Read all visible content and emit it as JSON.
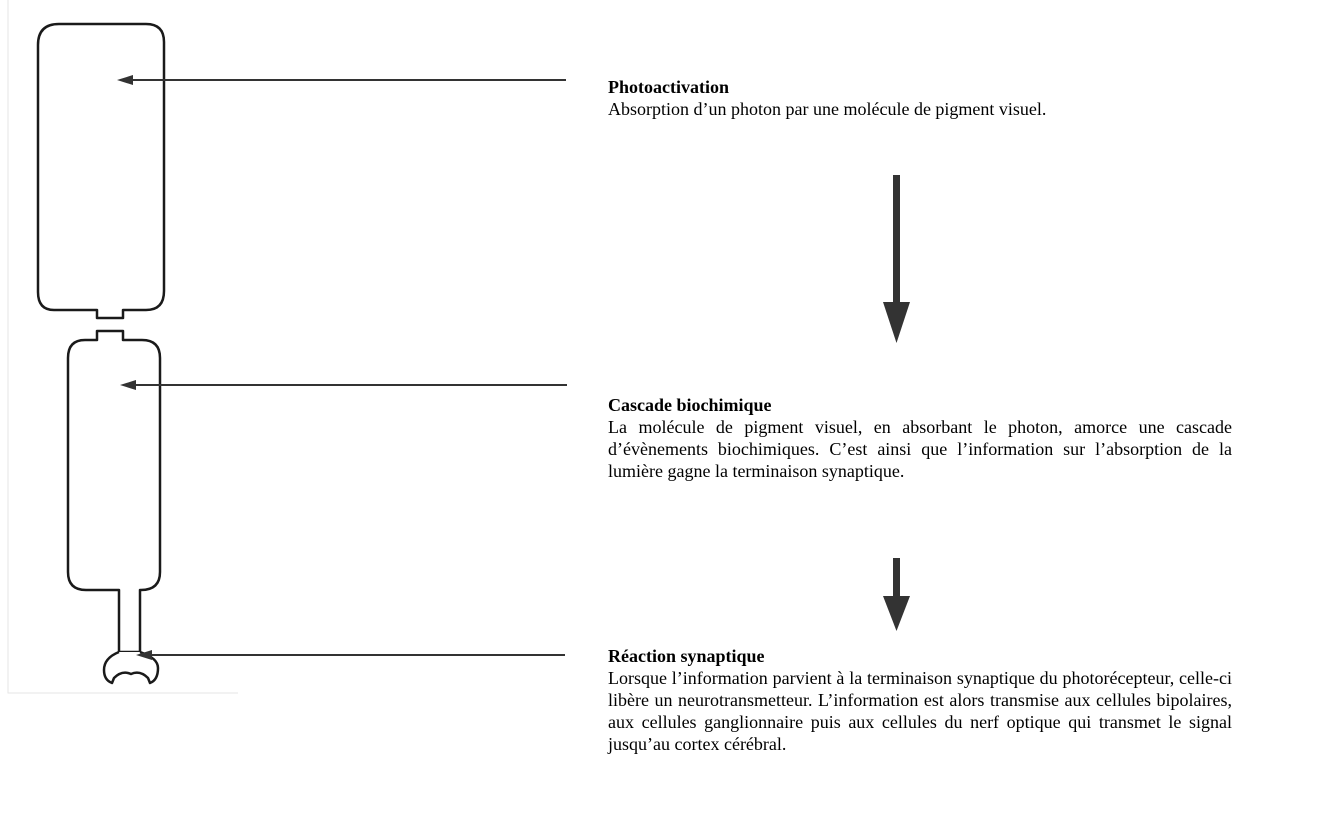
{
  "steps": [
    {
      "title": "Photoactivation",
      "text": "Absorption d’un photon par une molécule de pigment visuel."
    },
    {
      "title": "Cascade biochimique",
      "text": "La molécule de pigment visuel, en absorbant le photon, amorce une cascade d’évènements biochimiques. C’est ainsi que l’information sur l’absorption de la lumière gagne la terminaison synaptique."
    },
    {
      "title": "Réaction synaptique",
      "text": "Lorsque l’information parvient à la terminaison synaptique du photorécepteur, celle-ci libère un neurotransmetteur. L’information est alors transmise aux cellules bipolaires, aux cellules ganglionnaire puis aux cellules du nerf optique qui transmet le signal jusqu’au cortex cérébral."
    }
  ],
  "colors": {
    "outline": "#1a1a1a",
    "arrow": "#333333",
    "panel_border": "#e6e6e6"
  }
}
